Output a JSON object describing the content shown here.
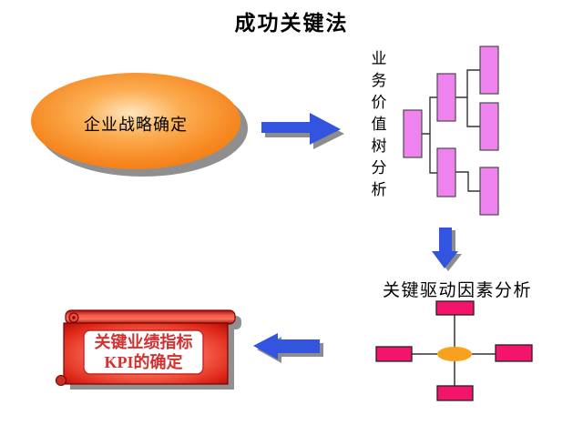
{
  "title": "成功关键法",
  "flow": {
    "strategy_ellipse": {
      "label": "企业战略确定"
    },
    "value_tree": {
      "label_vertical": "业务价值树分析"
    },
    "driver_analysis": {
      "label": "关键驱动因素分析"
    },
    "kpi_scroll": {
      "line1": "关键业绩指标",
      "line2": "KPI的确定"
    }
  },
  "diagram": {
    "value_tree_nodes": {
      "root": 1,
      "middle": 2,
      "leaves": 3
    },
    "driver_nodes": {
      "center": "ellipse",
      "satellites": 4
    }
  },
  "colors": {
    "ellipse_orange_edge": "#F0780E",
    "ellipse_orange_center": "#FFE6C0",
    "arrow_blue": "#3354DE",
    "shadow_gray": "#8c8c8c",
    "tree_node_fill": "#EE82EE",
    "tree_node_stroke": "#4a4a4a",
    "driver_node_fill": "#F5146C",
    "driver_center_fill": "#F7A11D",
    "connector": "#333333",
    "scroll_red_dark": "#A50B05",
    "scroll_red_light": "#FFA894",
    "scroll_outline": "#7a0000",
    "kpi_text_red": "#d43030"
  }
}
